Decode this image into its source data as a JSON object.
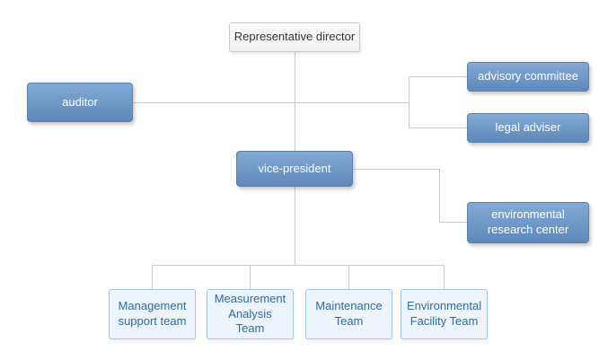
{
  "org_chart": {
    "root": {
      "label": "Representative director"
    },
    "auditor": {
      "label": "auditor"
    },
    "advisory_committee": {
      "label": "advisory committee"
    },
    "legal_adviser": {
      "label": "legal adviser"
    },
    "vice_president": {
      "label": "vice-president"
    },
    "environmental_research_center": {
      "label": "environmental research center"
    },
    "teams": [
      {
        "label": "Management support team"
      },
      {
        "label": "Measurement Analysis Team"
      },
      {
        "label": "Maintenance Team"
      },
      {
        "label": "Environmental Facility Team"
      }
    ],
    "colors": {
      "blue_node_top": "#84aad6",
      "blue_node_bottom": "#5d88ba",
      "blue_node_border": "#5a82b0",
      "root_bg": "#ffffff",
      "root_border": "#c8c8c8",
      "team_bg": "#edf4fb",
      "team_border": "#a9c6e2",
      "team_text": "#2e6ca8",
      "connector_line": "#cccccc",
      "node_text": "#ffffff"
    }
  }
}
